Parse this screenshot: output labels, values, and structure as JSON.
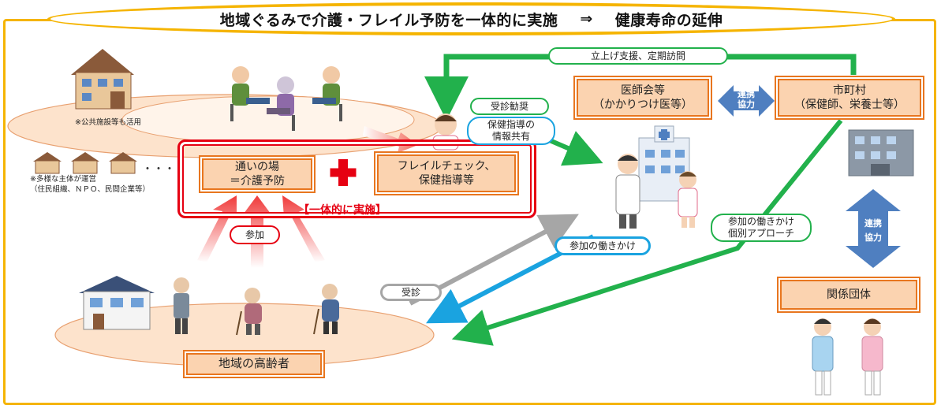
{
  "title": {
    "main": "地域ぐるみで介護・フレイル予防を一体的に実施",
    "arrow": "⇒",
    "goal": "健康寿命の延伸"
  },
  "nodes": {
    "kayoi": "通いの場\n＝介護予防",
    "frail": "フレイルチェック、\n保健指導等",
    "ishikai": "医師会等\n（かかりつけ医等）",
    "shichoson": "市町村\n（保健師、栄養士等）",
    "kankei": "関係団体",
    "koreisha": "地域の高齢者"
  },
  "labels": {
    "ittai": "【一体的に実施】",
    "sanka": "参加",
    "jushin": "受診",
    "sanka_hatarakikake": "参加の働きかけ",
    "sanka_kobetsu": "参加の働きかけ\n個別アプローチ",
    "tachiage": "立上げ支援、定期訪問",
    "jushin_kansho": "受診勧奨",
    "hoken_kyoyu": "保健指導の\n情報共有",
    "renkei1": "連携\n協力",
    "renkei2": "連携\n協力",
    "dots": "・・・"
  },
  "notes": {
    "kokyo": "※公共施設等も活用",
    "tayou": "※多様な主体が運営\n（住民組織、ＮＰＯ、民間企業等）"
  },
  "colors": {
    "title_border": "#f5b400",
    "frame_border": "#f5b400",
    "box_fill": "#fbd3b0",
    "box_border": "#e8761f",
    "green": "#22b14c",
    "blue": "#1aa3e0",
    "gray": "#a6a6a6",
    "red": "#e60012",
    "steel_blue": "#4f7fc0"
  }
}
